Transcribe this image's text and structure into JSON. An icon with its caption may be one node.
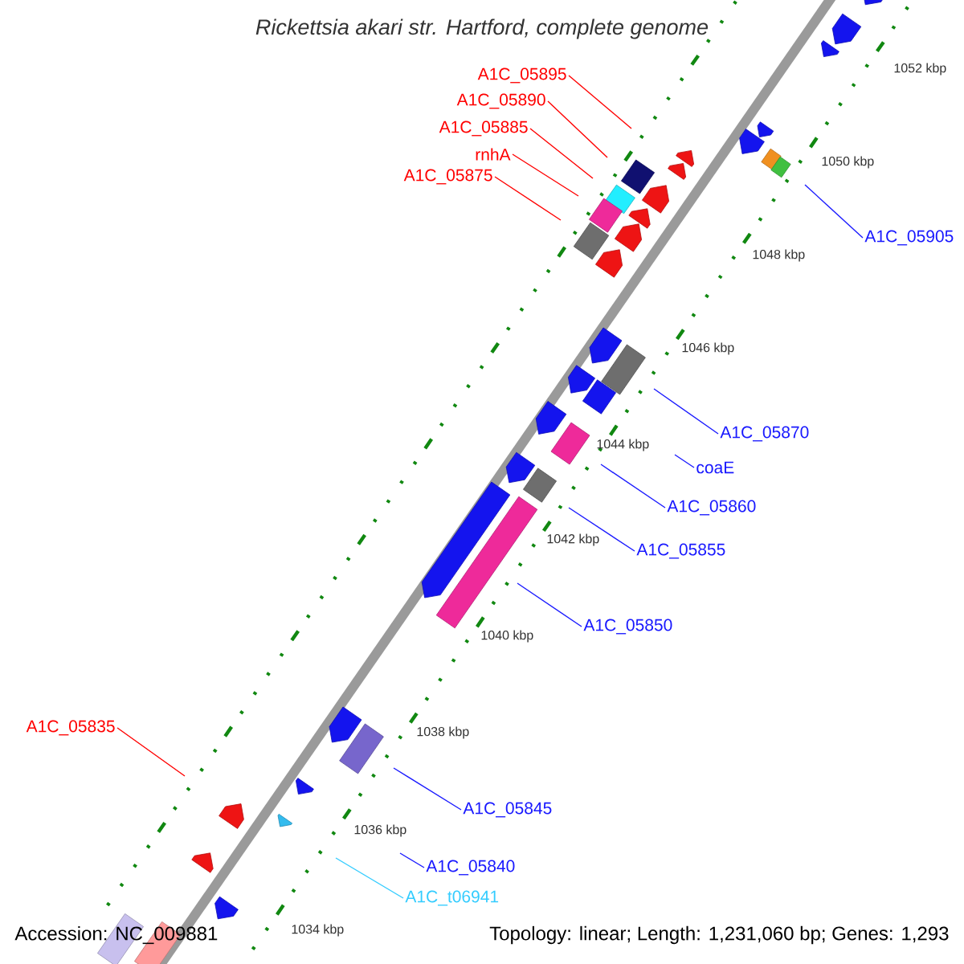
{
  "diagram": {
    "title": "Rickettsia akari str. Hartford, complete genome",
    "nodes": [
      {
        "text": [
          "A1C_05895"
        ]
      },
      {
        "text": [
          "A1C_05890"
        ]
      },
      {
        "text": [
          "A1C_05885"
        ]
      },
      {
        "text": [
          "rnhA"
        ]
      },
      {
        "text": [
          "A1C_05875"
        ]
      },
      {
        "text": [
          "A1C_05905"
        ]
      },
      {
        "text": [
          "A1C_05870"
        ]
      },
      {
        "text": [
          "coaE"
        ]
      },
      {
        "text": [
          "A1C_05860"
        ]
      },
      {
        "text": [
          "A1C_05855"
        ]
      },
      {
        "text": [
          "A1C_05850"
        ]
      },
      {
        "text": [
          "A1C_05835"
        ]
      },
      {
        "text": [
          "A1C_05845"
        ]
      },
      {
        "text": [
          "A1C_05840"
        ]
      },
      {
        "text": [
          "A1C_t06941"
        ]
      }
    ],
    "edges": [
      {
        "from": 0,
        "to": null,
        "arrow": "none",
        "color": "#ff0000"
      },
      {
        "from": 1,
        "to": null,
        "arrow": "none",
        "color": "#ff0000"
      },
      {
        "from": 2,
        "to": null,
        "arrow": "none",
        "color": "#ff0000"
      },
      {
        "from": 3,
        "to": null,
        "arrow": "none",
        "color": "#ff0000"
      },
      {
        "from": 4,
        "to": null,
        "arrow": "none",
        "color": "#ff0000"
      },
      {
        "from": 5,
        "to": null,
        "arrow": "none"
      },
      {
        "from": 6,
        "to": null,
        "arrow": "none"
      },
      {
        "from": 7,
        "to": null,
        "arrow": "none"
      },
      {
        "from": 8,
        "to": null,
        "arrow": "none"
      },
      {
        "from": 9,
        "to": null,
        "arrow": "none"
      },
      {
        "from": 10,
        "to": null,
        "arrow": "none"
      },
      {
        "from": 11,
        "to": null,
        "arrow": "none",
        "color": "#ff0000"
      },
      {
        "from": 12,
        "to": null,
        "arrow": "none"
      },
      {
        "from": 13,
        "to": null,
        "arrow": "none"
      },
      {
        "from": 14,
        "to": null,
        "arrow": "none",
        "color": "#33ccff"
      }
    ],
    "labels": [
      "1052 kbp",
      "1050 kbp",
      "1048 kbp",
      "1046 kbp",
      "1044 kbp",
      "1042 kbp",
      "1040 kbp",
      "1038 kbp",
      "1036 kbp",
      "1034 kbp",
      "Accession: NC_009881",
      "Topology: linear; Length: 1,231,060 bp; Genes: 1,293"
    ]
  }
}
